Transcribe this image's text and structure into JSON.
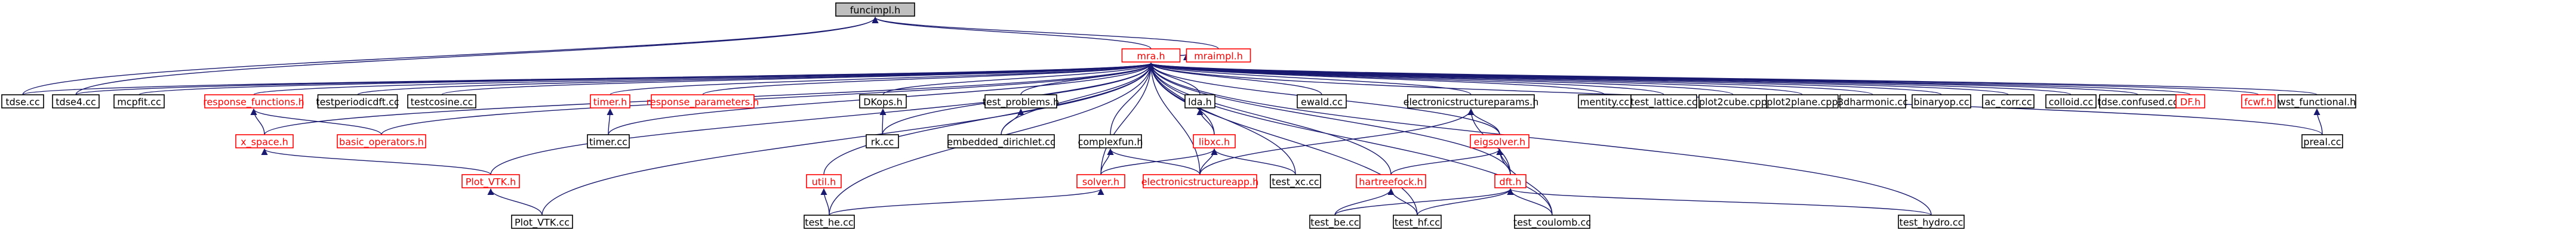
{
  "colors": {
    "edge": "#191970",
    "node_black": "#000000",
    "node_red": "#ff0000",
    "focus_fill": "#bfbfbf",
    "text_black": "#000000",
    "text_red": "#ff0000"
  },
  "nodes": [
    {
      "id": "funcimpl",
      "label": "funcimpl.h",
      "color": "black",
      "focus": true
    },
    {
      "id": "mra",
      "label": "mra.h",
      "color": "red"
    },
    {
      "id": "mraimpl",
      "label": "mraimpl.h",
      "color": "red"
    },
    {
      "id": "tdse",
      "label": "tdse.cc",
      "color": "black"
    },
    {
      "id": "tdse4",
      "label": "tdse4.cc",
      "color": "black"
    },
    {
      "id": "mcpfit",
      "label": "mcpfit.cc",
      "color": "black"
    },
    {
      "id": "response_functions",
      "label": "response_functions.h",
      "color": "red"
    },
    {
      "id": "testperiodicdft",
      "label": "testperiodicdft.cc",
      "color": "black"
    },
    {
      "id": "testcosine",
      "label": "testcosine.cc",
      "color": "black"
    },
    {
      "id": "timer_h",
      "label": "timer.h",
      "color": "red"
    },
    {
      "id": "response_parameters",
      "label": "response_parameters.h",
      "color": "red"
    },
    {
      "id": "DKops",
      "label": "DKops.h",
      "color": "black"
    },
    {
      "id": "test_problems",
      "label": "test_problems.h",
      "color": "black"
    },
    {
      "id": "lda",
      "label": "lda.h",
      "color": "black"
    },
    {
      "id": "ewald",
      "label": "ewald.cc",
      "color": "black"
    },
    {
      "id": "electronicstructureparams",
      "label": "electronicstructureparams.h",
      "color": "black"
    },
    {
      "id": "mentity",
      "label": "mentity.cc",
      "color": "black"
    },
    {
      "id": "test_lattice",
      "label": "test_lattice.cc",
      "color": "black"
    },
    {
      "id": "plot2cube",
      "label": "plot2cube.cpp",
      "color": "black"
    },
    {
      "id": "plot2plane",
      "label": "plot2plane.cpp",
      "color": "black"
    },
    {
      "id": "3dharmonic",
      "label": "3dharmonic.cc",
      "color": "black"
    },
    {
      "id": "binaryop",
      "label": "binaryop.cc",
      "color": "black"
    },
    {
      "id": "ac_corr",
      "label": "ac_corr.cc",
      "color": "black"
    },
    {
      "id": "colloid",
      "label": "colloid.cc",
      "color": "black"
    },
    {
      "id": "tdse_confused",
      "label": "tdse.confused.cc",
      "color": "black"
    },
    {
      "id": "DF",
      "label": "DF.h",
      "color": "red"
    },
    {
      "id": "fcwf",
      "label": "fcwf.h",
      "color": "red"
    },
    {
      "id": "wst_functional",
      "label": "wst_functional.h",
      "color": "black"
    },
    {
      "id": "x_space",
      "label": "x_space.h",
      "color": "red"
    },
    {
      "id": "basic_operators",
      "label": "basic_operators.h",
      "color": "red"
    },
    {
      "id": "timer_cc",
      "label": "timer.cc",
      "color": "black"
    },
    {
      "id": "rk",
      "label": "rk.cc",
      "color": "black"
    },
    {
      "id": "embedded_dirichlet",
      "label": "embedded_dirichlet.cc",
      "color": "black"
    },
    {
      "id": "complexfun",
      "label": "complexfun.h",
      "color": "black"
    },
    {
      "id": "libxc",
      "label": "libxc.h",
      "color": "red"
    },
    {
      "id": "eigsolver",
      "label": "eigsolver.h",
      "color": "red"
    },
    {
      "id": "preal",
      "label": "preal.cc",
      "color": "black"
    },
    {
      "id": "Plot_VTK_h",
      "label": "Plot_VTK.h",
      "color": "red"
    },
    {
      "id": "util",
      "label": "util.h",
      "color": "red"
    },
    {
      "id": "solver",
      "label": "solver.h",
      "color": "red"
    },
    {
      "id": "electronicstructureapp",
      "label": "electronicstructureapp.h",
      "color": "red"
    },
    {
      "id": "test_xc",
      "label": "test_xc.cc",
      "color": "black"
    },
    {
      "id": "hartreefock",
      "label": "hartreefock.h",
      "color": "red"
    },
    {
      "id": "dft",
      "label": "dft.h",
      "color": "red"
    },
    {
      "id": "Plot_VTK_cc",
      "label": "Plot_VTK.cc",
      "color": "black"
    },
    {
      "id": "test_he",
      "label": "test_he.cc",
      "color": "black"
    },
    {
      "id": "test_be",
      "label": "test_be.cc",
      "color": "black"
    },
    {
      "id": "test_hf",
      "label": "test_hf.cc",
      "color": "black"
    },
    {
      "id": "test_coulomb",
      "label": "test_coulomb.cc",
      "color": "black"
    },
    {
      "id": "test_hydro",
      "label": "test_hydro.cc",
      "color": "black"
    }
  ],
  "edges": [
    [
      "funcimpl",
      "mraimpl"
    ],
    [
      "funcimpl",
      "mra"
    ],
    [
      "funcimpl",
      "tdse"
    ],
    [
      "funcimpl",
      "tdse4"
    ],
    [
      "mraimpl",
      "mra"
    ],
    [
      "mra",
      "tdse"
    ],
    [
      "mra",
      "tdse4"
    ],
    [
      "mra",
      "mcpfit"
    ],
    [
      "mra",
      "response_functions"
    ],
    [
      "mra",
      "testperiodicdft"
    ],
    [
      "mra",
      "testcosine"
    ],
    [
      "mra",
      "timer_h"
    ],
    [
      "mra",
      "response_parameters"
    ],
    [
      "mra",
      "DKops"
    ],
    [
      "mra",
      "test_problems"
    ],
    [
      "mra",
      "lda"
    ],
    [
      "mra",
      "ewald"
    ],
    [
      "mra",
      "electronicstructureparams"
    ],
    [
      "mra",
      "mentity"
    ],
    [
      "mra",
      "test_lattice"
    ],
    [
      "mra",
      "plot2cube"
    ],
    [
      "mra",
      "plot2plane"
    ],
    [
      "mra",
      "3dharmonic"
    ],
    [
      "mra",
      "binaryop"
    ],
    [
      "mra",
      "ac_corr"
    ],
    [
      "mra",
      "colloid"
    ],
    [
      "mra",
      "tdse_confused"
    ],
    [
      "mra",
      "DF"
    ],
    [
      "mra",
      "fcwf"
    ],
    [
      "mra",
      "wst_functional"
    ],
    [
      "mra",
      "preal"
    ],
    [
      "mra",
      "x_space"
    ],
    [
      "mra",
      "basic_operators"
    ],
    [
      "mra",
      "timer_cc"
    ],
    [
      "mra",
      "rk"
    ],
    [
      "mra",
      "embedded_dirichlet"
    ],
    [
      "mra",
      "complexfun"
    ],
    [
      "mra",
      "libxc"
    ],
    [
      "mra",
      "eigsolver"
    ],
    [
      "mra",
      "Plot_VTK_h"
    ],
    [
      "mra",
      "Plot_VTK_cc"
    ],
    [
      "mra",
      "util"
    ],
    [
      "mra",
      "test_he"
    ],
    [
      "mra",
      "solver"
    ],
    [
      "mra",
      "electronicstructureapp"
    ],
    [
      "mra",
      "test_xc"
    ],
    [
      "mra",
      "hartreefock"
    ],
    [
      "mra",
      "dft"
    ],
    [
      "mra",
      "test_hf"
    ],
    [
      "mra",
      "test_coulomb"
    ],
    [
      "mra",
      "test_hydro"
    ],
    [
      "response_functions",
      "x_space"
    ],
    [
      "response_functions",
      "basic_operators"
    ],
    [
      "x_space",
      "Plot_VTK_h"
    ],
    [
      "Plot_VTK_h",
      "Plot_VTK_cc"
    ],
    [
      "timer_h",
      "timer_cc"
    ],
    [
      "DKops",
      "rk"
    ],
    [
      "test_problems",
      "embedded_dirichlet"
    ],
    [
      "complexfun",
      "solver"
    ],
    [
      "complexfun",
      "electronicstructureapp"
    ],
    [
      "lda",
      "libxc"
    ],
    [
      "libxc",
      "solver"
    ],
    [
      "libxc",
      "electronicstructureapp"
    ],
    [
      "libxc",
      "test_xc"
    ],
    [
      "electronicstructureparams",
      "electronicstructureapp"
    ],
    [
      "electronicstructureparams",
      "eigsolver"
    ],
    [
      "electronicstructureparams",
      "dft"
    ],
    [
      "eigsolver",
      "hartreefock"
    ],
    [
      "eigsolver",
      "dft"
    ],
    [
      "eigsolver",
      "test_coulomb"
    ],
    [
      "util",
      "test_he"
    ],
    [
      "solver",
      "test_he"
    ],
    [
      "hartreefock",
      "test_be"
    ],
    [
      "hartreefock",
      "test_hf"
    ],
    [
      "dft",
      "test_be"
    ],
    [
      "dft",
      "test_hf"
    ],
    [
      "dft",
      "test_coulomb"
    ],
    [
      "dft",
      "test_hydro"
    ],
    [
      "wst_functional",
      "preal"
    ]
  ]
}
